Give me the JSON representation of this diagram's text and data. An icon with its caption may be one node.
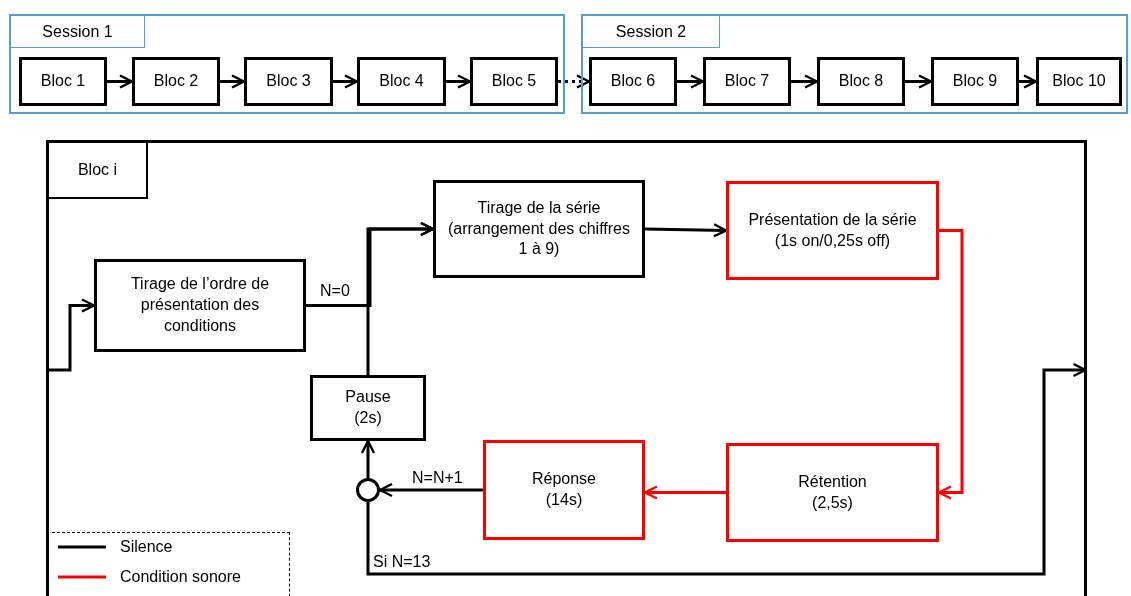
{
  "diagram": {
    "nodes": [
      {
        "text": [
          "Session 1"
        ]
      },
      {
        "text": [
          "Bloc 1"
        ],
        "in": 0
      },
      {
        "text": [
          "Bloc 2"
        ],
        "in": 0
      },
      {
        "text": [
          "Bloc 3"
        ],
        "in": 0
      },
      {
        "text": [
          "Bloc 4"
        ],
        "in": 0
      },
      {
        "text": [
          "Bloc 5"
        ],
        "in": 0
      },
      {
        "text": [
          "Session 2"
        ]
      },
      {
        "text": [
          "Bloc 6"
        ],
        "in": 6
      },
      {
        "text": [
          "Bloc 7"
        ],
        "in": 6
      },
      {
        "text": [
          "Bloc 8"
        ],
        "in": 6
      },
      {
        "text": [
          "Bloc 9"
        ],
        "in": 6
      },
      {
        "text": [
          "Bloc 10"
        ],
        "in": 6
      },
      {
        "text": [
          "Bloc i"
        ]
      },
      {
        "text": [
          "Tirage de l’ordre de présentation des conditions"
        ],
        "in": 12
      },
      {
        "text": [
          "Tirage de la série (arrangement des chiffres 1 à 9)"
        ],
        "in": 12
      },
      {
        "text": [
          "Présentation de la série",
          "(1s on/0,25s off)"
        ],
        "in": 12
      },
      {
        "text": [
          "Rétention",
          "(2,5s)"
        ],
        "in": 12
      },
      {
        "text": [
          "Réponse",
          "(14s)"
        ],
        "in": 12
      },
      {
        "text": [],
        "shape": "circle",
        "in": 12
      },
      {
        "text": [
          "Pause",
          "(2s)"
        ],
        "in": 12
      }
    ],
    "edges": [
      {
        "from": 1,
        "to": 2,
        "arrow": "to"
      },
      {
        "from": 2,
        "to": 3,
        "arrow": "to"
      },
      {
        "from": 3,
        "to": 4,
        "arrow": "to"
      },
      {
        "from": 4,
        "to": 5,
        "arrow": "to"
      },
      {
        "from": 5,
        "to": 7,
        "arrow": "to",
        "style": "dashed"
      },
      {
        "from": 7,
        "to": 8,
        "arrow": "to"
      },
      {
        "from": 8,
        "to": 9,
        "arrow": "to"
      },
      {
        "from": 9,
        "to": 10,
        "arrow": "to"
      },
      {
        "from": 10,
        "to": 11,
        "arrow": "to"
      },
      {
        "from": 12,
        "to": 13,
        "arrow": "to"
      },
      {
        "from": 13,
        "to": 14,
        "arrow": "to",
        "label": "N=0"
      },
      {
        "from": 19,
        "to": 14,
        "arrow": "to"
      },
      {
        "from": 14,
        "to": 15,
        "arrow": "to"
      },
      {
        "from": 15,
        "to": 16,
        "arrow": "to",
        "color": "#ff0000"
      },
      {
        "from": 16,
        "to": 17,
        "arrow": "to",
        "color": "#ff0000"
      },
      {
        "from": 17,
        "to": 18,
        "arrow": "to",
        "label": "N=N+1"
      },
      {
        "from": 18,
        "to": 19,
        "arrow": "to"
      },
      {
        "from": 18,
        "to": 12,
        "arrow": "to",
        "label": "Si N=13"
      }
    ],
    "legend": [
      {
        "text": "Silence"
      },
      {
        "text": "Condition sonore"
      }
    ]
  }
}
